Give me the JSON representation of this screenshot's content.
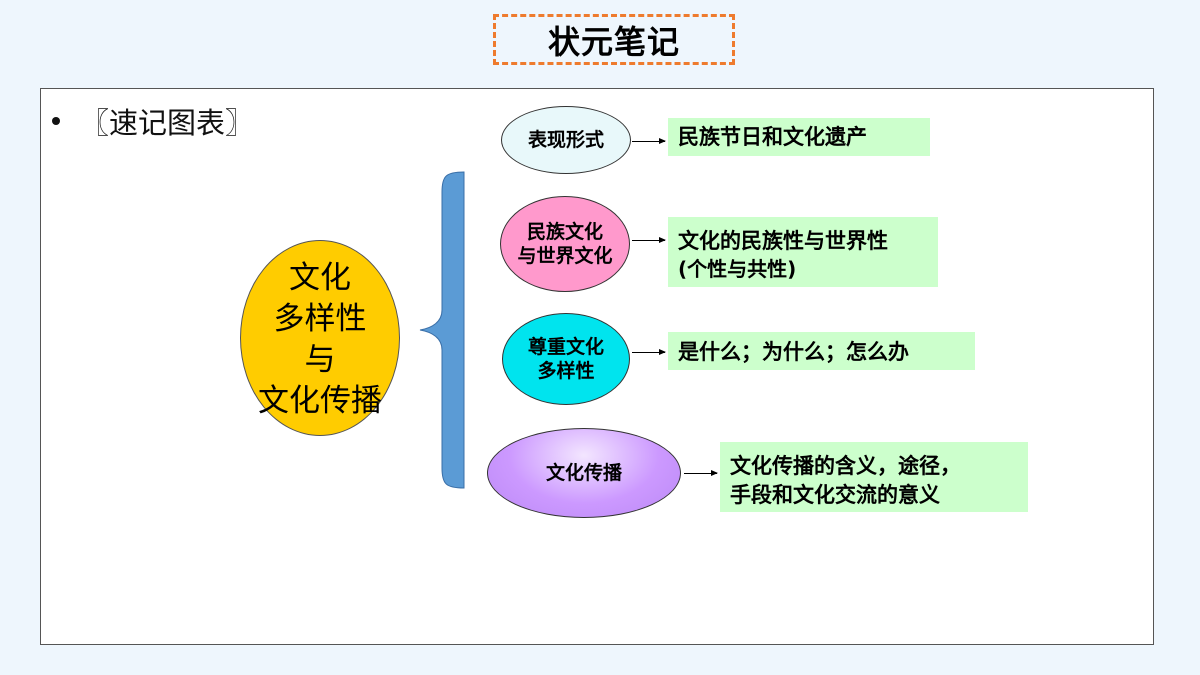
{
  "slide": {
    "title": "状元笔记",
    "bullet": "〖速记图表〗"
  },
  "center": {
    "lines": [
      "文化",
      "多样性",
      "与",
      "文化传播"
    ]
  },
  "branches": [
    {
      "node_lines": [
        "表现形式"
      ],
      "tag_lines": [
        "民族节日和文化遗产"
      ]
    },
    {
      "node_lines": [
        "民族文化",
        "与世界文化"
      ],
      "tag_lines": [
        "文化的民族性与世界性",
        "(个性与共性)"
      ]
    },
    {
      "node_lines": [
        "尊重文化",
        "多样性"
      ],
      "tag_lines": [
        "是什么；为什么；怎么办"
      ]
    },
    {
      "node_lines": [
        "文化传播"
      ],
      "tag_lines": [
        "文化传播的含义，途径，",
        "手段和文化交流的意义"
      ]
    }
  ],
  "colors": {
    "title_border": "#ee7b2e",
    "center_fill": "#ffcc00",
    "brace_fill": "#5b9bd5",
    "tag_fill": "#ccffcc",
    "node_1_fill": "#e8f8fa",
    "node_2_fill": "#ff99cc",
    "node_3_fill": "#00e4ee",
    "node_4_fill": "#cc99ff"
  }
}
